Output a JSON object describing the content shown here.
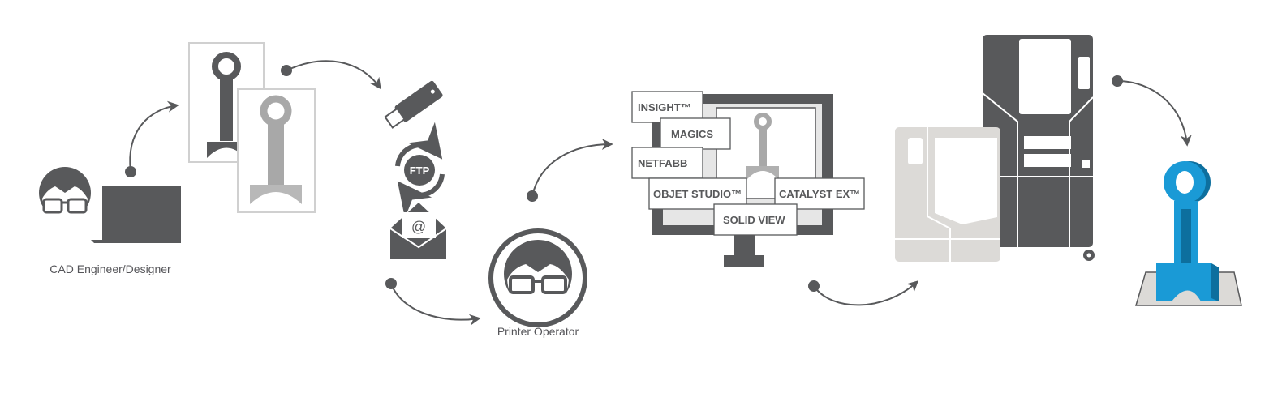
{
  "roles": {
    "engineer": "CAD Engineer/Designer",
    "operator": "Printer Operator"
  },
  "transfer": {
    "ftp_label": "FTP",
    "email_symbol": "@"
  },
  "software": [
    "INSIGHT™",
    "MAGICS",
    "NETFABB",
    "OBJET STUDIO™",
    "CATALYST EX™",
    "SOLID VIEW"
  ],
  "colors": {
    "dark": "#58595b",
    "light_gray": "#dcdad7",
    "part_blue": "#1a9ad6",
    "part_blue_dark": "#0d6f9e"
  }
}
